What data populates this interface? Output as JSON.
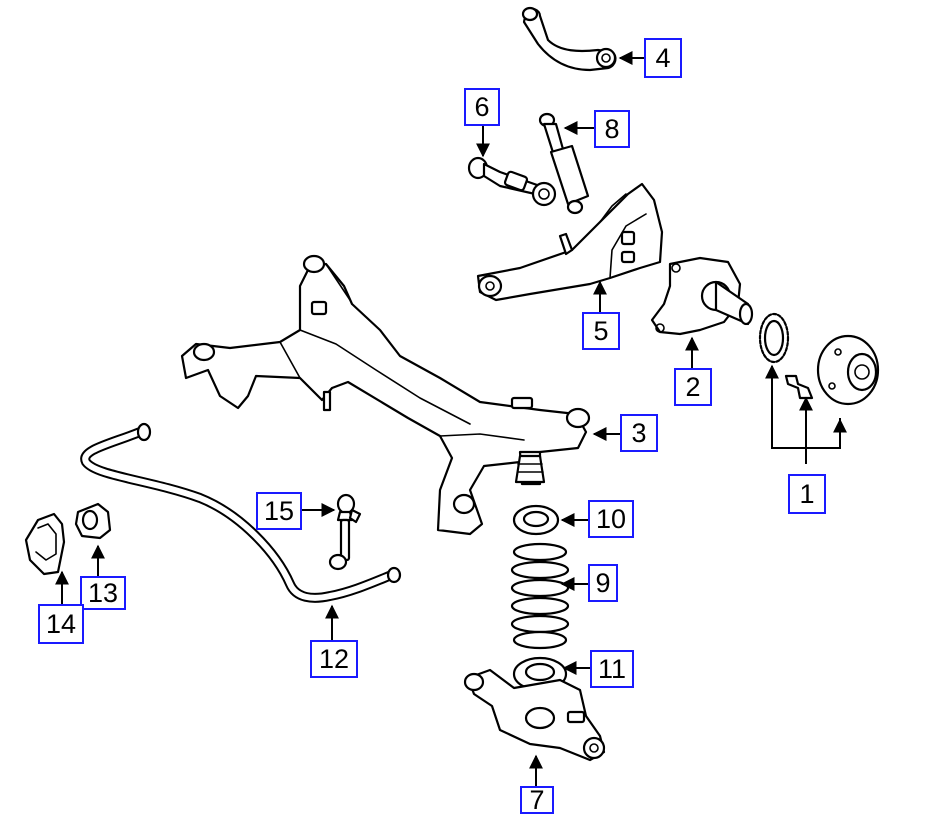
{
  "callouts": [
    {
      "id": "1",
      "label": "1"
    },
    {
      "id": "2",
      "label": "2"
    },
    {
      "id": "3",
      "label": "3"
    },
    {
      "id": "4",
      "label": "4"
    },
    {
      "id": "5",
      "label": "5"
    },
    {
      "id": "6",
      "label": "6"
    },
    {
      "id": "7",
      "label": "7"
    },
    {
      "id": "8",
      "label": "8"
    },
    {
      "id": "9",
      "label": "9"
    },
    {
      "id": "10",
      "label": "10"
    },
    {
      "id": "11",
      "label": "11"
    },
    {
      "id": "12",
      "label": "12"
    },
    {
      "id": "13",
      "label": "13"
    },
    {
      "id": "14",
      "label": "14"
    },
    {
      "id": "15",
      "label": "15"
    }
  ],
  "colors": {
    "callout_border": "#1a1aff",
    "line": "#000000",
    "background": "#ffffff"
  }
}
